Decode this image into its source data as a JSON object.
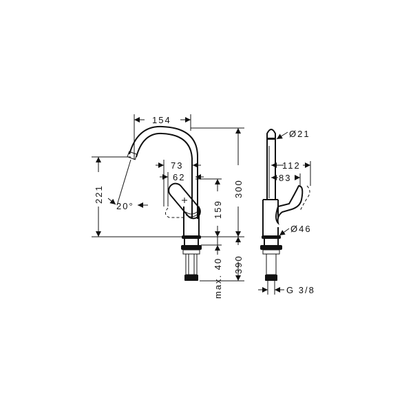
{
  "drawing": {
    "title": "Basin mixer faucet technical drawing",
    "front_view": {
      "dimensions": {
        "spout_reach": "154",
        "spout_height": "221",
        "spout_angle": "20°",
        "handle_reach": "73",
        "handle_offset": "62",
        "handle_height": "159",
        "total_height": "300",
        "max_thickness": "max. 40",
        "shank_length": "390"
      }
    },
    "side_view": {
      "dimensions": {
        "spout_diameter": "Ø21",
        "lever_reach_max": "112",
        "lever_reach": "83",
        "body_diameter": "Ø46",
        "connection_thread": "G 3/8"
      }
    },
    "colors": {
      "line": "#111111",
      "background": "#ffffff"
    }
  }
}
